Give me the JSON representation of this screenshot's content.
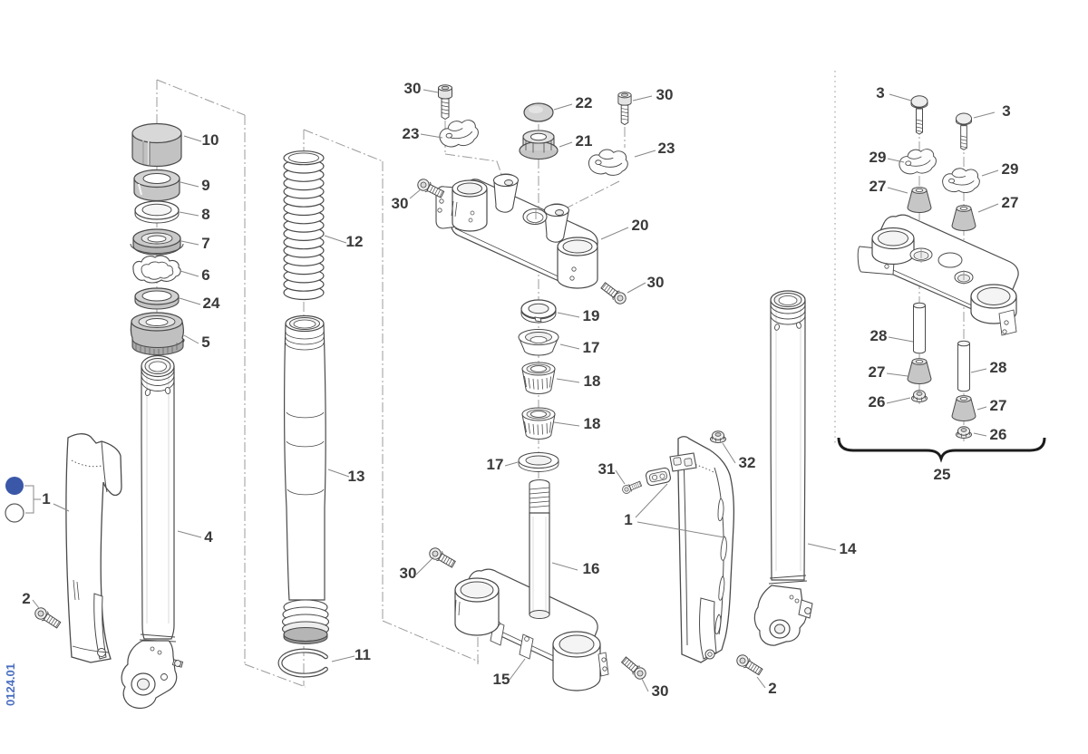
{
  "doc_code": "0124.01",
  "colors": {
    "accent_blue": "#3a57a8",
    "code_text_blue": "#4a6fc0",
    "line_gray": "#4a4a4a",
    "label_text": "#3a3a3a"
  },
  "labels": [
    "10",
    "9",
    "8",
    "7",
    "6",
    "24",
    "5",
    "4",
    "1",
    "2",
    "12",
    "13",
    "11",
    "30",
    "23",
    "22",
    "21",
    "30",
    "23",
    "30",
    "20",
    "30",
    "19",
    "17",
    "18",
    "18",
    "17",
    "16",
    "31",
    "1",
    "32",
    "30",
    "15",
    "30",
    "14",
    "2",
    "3",
    "3",
    "29",
    "29",
    "27",
    "27",
    "28",
    "27",
    "26",
    "28",
    "27",
    "26",
    "25"
  ]
}
